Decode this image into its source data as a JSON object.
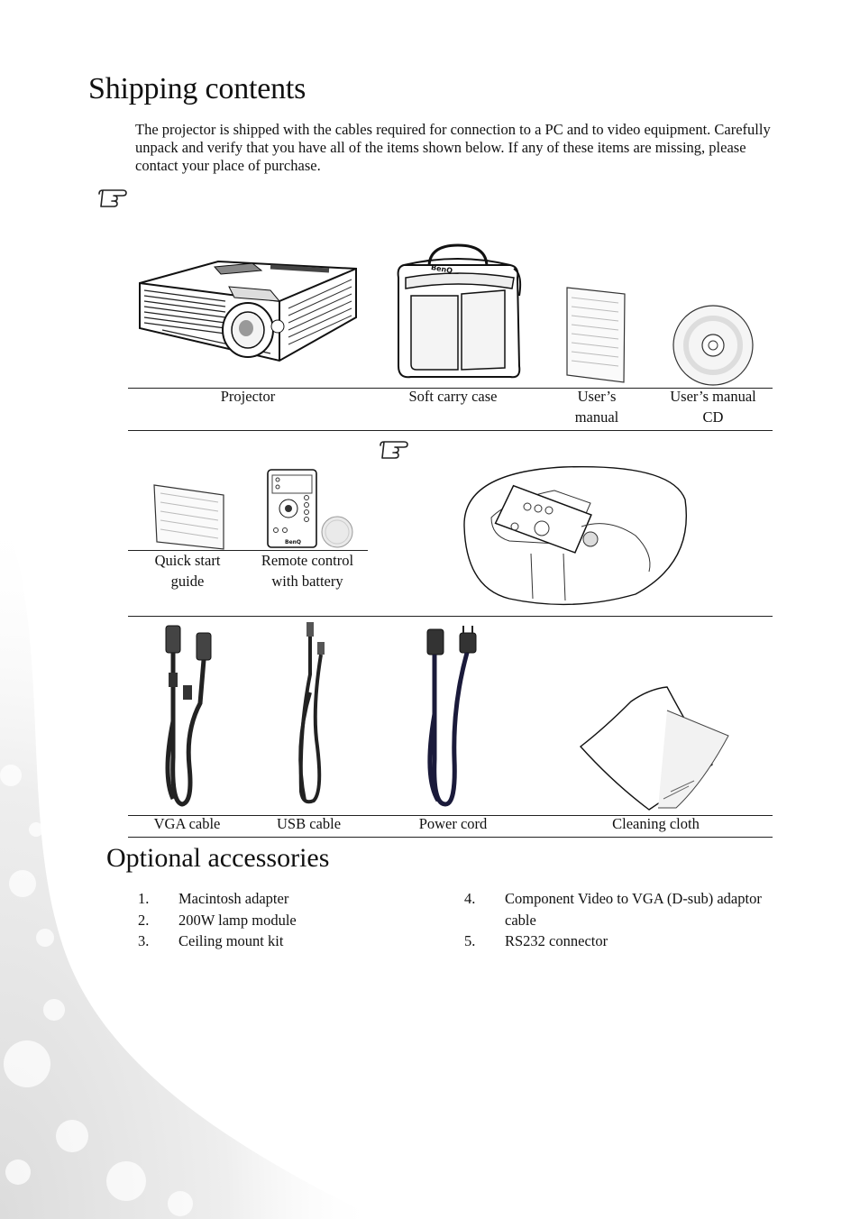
{
  "page": {
    "title": "Shipping contents",
    "intro": "The projector is shipped with the cables required for connection to a PC and to video equipment. Carefully unpack and verify that you have all of the items shown below. If any of these items are missing, please contact your place of purchase."
  },
  "icons": [
    "pointing-hand-icon",
    "pointing-hand-icon"
  ],
  "row1": {
    "captions": [
      "Projector",
      "Soft carry case",
      "User’s manual",
      "User’s manual CD"
    ]
  },
  "row2": {
    "captions": [
      "Quick start guide",
      "Remote control with battery"
    ]
  },
  "row3": {
    "captions": [
      "VGA cable",
      "USB cable",
      "Power cord",
      "Cleaning cloth"
    ]
  },
  "optional": {
    "title": "Optional accessories",
    "left": [
      {
        "num": "1.",
        "text": "Macintosh adapter"
      },
      {
        "num": "2.",
        "text": "200W lamp module"
      },
      {
        "num": "3.",
        "text": "Ceiling mount kit"
      }
    ],
    "right": [
      {
        "num": "4.",
        "text": "Component Video to VGA (D-sub) adaptor cable"
      },
      {
        "num": "5.",
        "text": "RS232 connector"
      }
    ]
  },
  "colors": {
    "text": "#111111",
    "rule": "#222222",
    "background_swirl": "#e6e6e6"
  }
}
